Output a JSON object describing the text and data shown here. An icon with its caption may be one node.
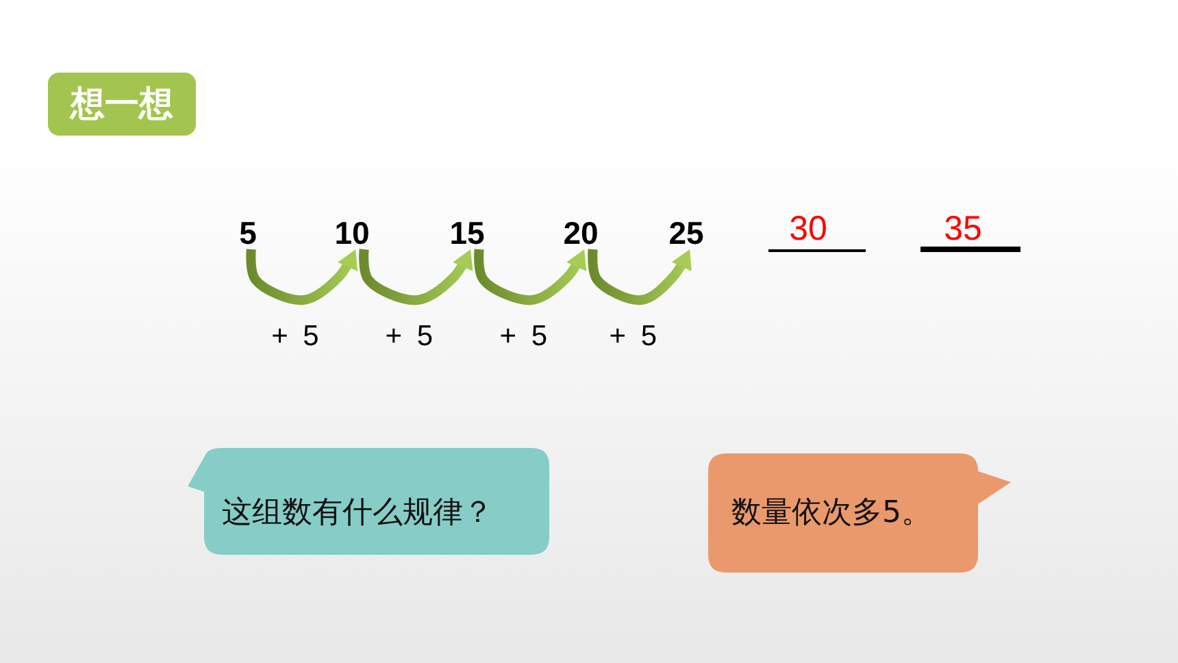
{
  "diagram": {
    "nodes": [
      {
        "text": [
          "想一想"
        ]
      },
      {
        "text": [
          "5"
        ]
      },
      {
        "text": [
          "10"
        ]
      },
      {
        "text": [
          "15"
        ]
      },
      {
        "text": [
          "20"
        ]
      },
      {
        "text": [
          "25"
        ]
      },
      {
        "text": [
          "这组数有什么规律？"
        ]
      },
      {
        "text": [
          "数量依次多5。"
        ]
      }
    ],
    "edges": [
      {
        "from": 1,
        "to": 2,
        "arrow": "to",
        "label": "+ 5"
      },
      {
        "from": 2,
        "to": 3,
        "arrow": "to",
        "label": "+ 5"
      },
      {
        "from": 3,
        "to": 4,
        "arrow": "to",
        "label": "+ 5"
      },
      {
        "from": 4,
        "to": 5,
        "arrow": "to",
        "label": "+ 5"
      }
    ],
    "labels": [
      "30",
      "35"
    ]
  }
}
